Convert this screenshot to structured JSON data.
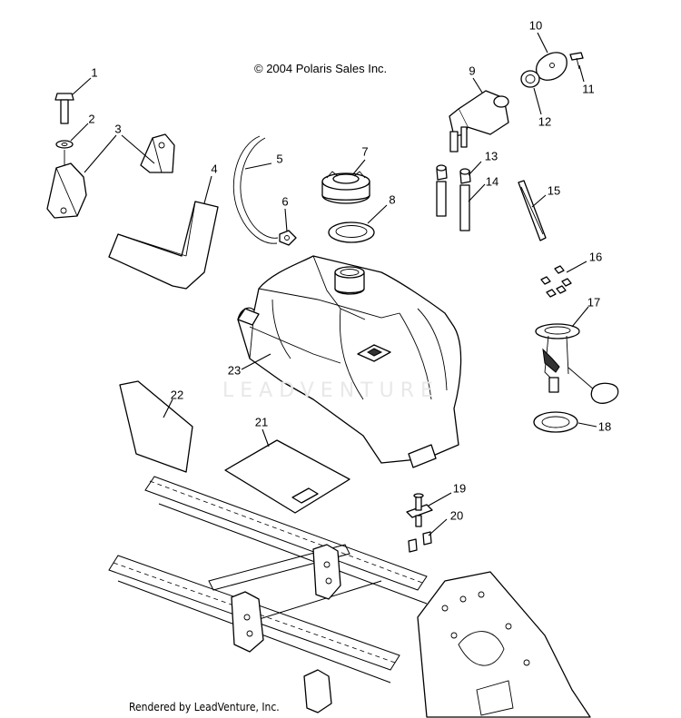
{
  "copyright": "© 2004 Polaris Sales Inc.",
  "footer": "Rendered by LeadVenture, Inc.",
  "watermark": "LEADVENTURE",
  "callouts": {
    "n1": "1",
    "n2": "2",
    "n3": "3",
    "n4": "4",
    "n5": "5",
    "n6": "6",
    "n7": "7",
    "n8": "8",
    "n9": "9",
    "n10": "10",
    "n11": "11",
    "n12": "12",
    "n13": "13",
    "n14": "14",
    "n15": "15",
    "n16": "16",
    "n17": "17",
    "n18": "18",
    "n19": "19",
    "n20": "20",
    "n21": "21",
    "n22": "22",
    "n23": "23"
  }
}
